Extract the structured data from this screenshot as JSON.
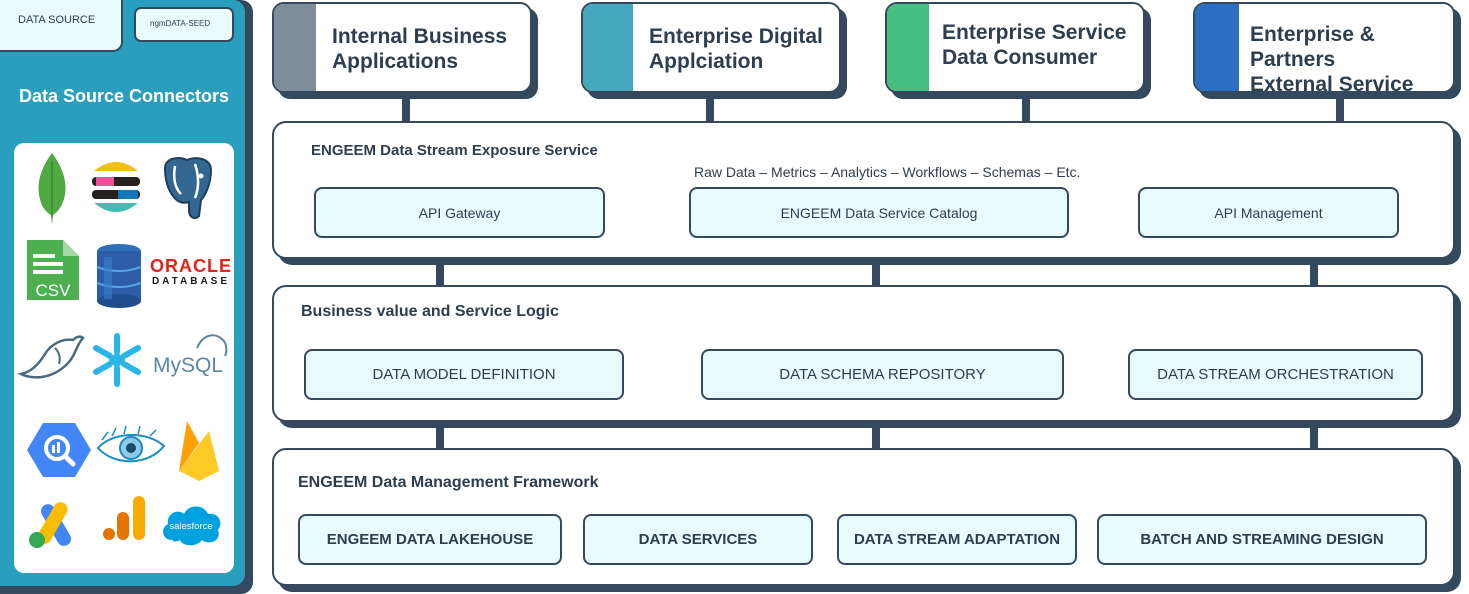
{
  "sidebar": {
    "tabs": [
      {
        "label": "DATA SOURCE"
      },
      {
        "label": "ngmDATA-SEED"
      }
    ],
    "title": "Data Source Connectors",
    "connectors": [
      {
        "name": "mongodb-icon"
      },
      {
        "name": "elastic-icon"
      },
      {
        "name": "postgresql-icon"
      },
      {
        "name": "csv-icon",
        "text": "CSV"
      },
      {
        "name": "dynamodb-icon"
      },
      {
        "name": "oracle-database-icon",
        "text": "ORACLE",
        "text2": "DATABASE"
      },
      {
        "name": "mariadb-icon"
      },
      {
        "name": "snowflake-icon"
      },
      {
        "name": "mysql-icon",
        "text": "MySQL"
      },
      {
        "name": "bigquery-icon"
      },
      {
        "name": "cassandra-icon"
      },
      {
        "name": "firebase-icon"
      },
      {
        "name": "google-ads-icon"
      },
      {
        "name": "google-analytics-icon"
      },
      {
        "name": "salesforce-icon",
        "text": "salesforce"
      }
    ]
  },
  "consumers": [
    {
      "line1": "Internal Business",
      "line2": "Applications",
      "accent": "#7f8c9a"
    },
    {
      "line1": "Enterprise Digital",
      "line2": "Applciation",
      "accent": "#45a8bf"
    },
    {
      "line1": "Enterprise Service",
      "line2": "Data Consumer",
      "accent": "#45bf83"
    },
    {
      "line1": "Enterprise & Partners",
      "line2": "External Service",
      "accent": "#2a6fc2"
    }
  ],
  "exposure": {
    "title": "ENGEEM Data Stream Exposure Service",
    "subtitle": "Raw Data – Metrics – Analytics – Workflows – Schemas – Etc.",
    "items": [
      "API Gateway",
      "ENGEEM Data Service Catalog",
      "API Management"
    ]
  },
  "logic": {
    "title": "Business value and Service Logic",
    "items": [
      "DATA MODEL DEFINITION",
      "DATA SCHEMA REPOSITORY",
      "DATA STREAM ORCHESTRATION"
    ]
  },
  "management": {
    "title": "ENGEEM Data Management Framework",
    "items": [
      "ENGEEM DATA LAKEHOUSE",
      "DATA SERVICES",
      "DATA STREAM ADAPTATION",
      "BATCH AND STREAMING DESIGN"
    ]
  },
  "colors": {
    "sidebar": "#2a9fbd",
    "border": "#34495e",
    "pill_fill": "#e8fbfd"
  }
}
